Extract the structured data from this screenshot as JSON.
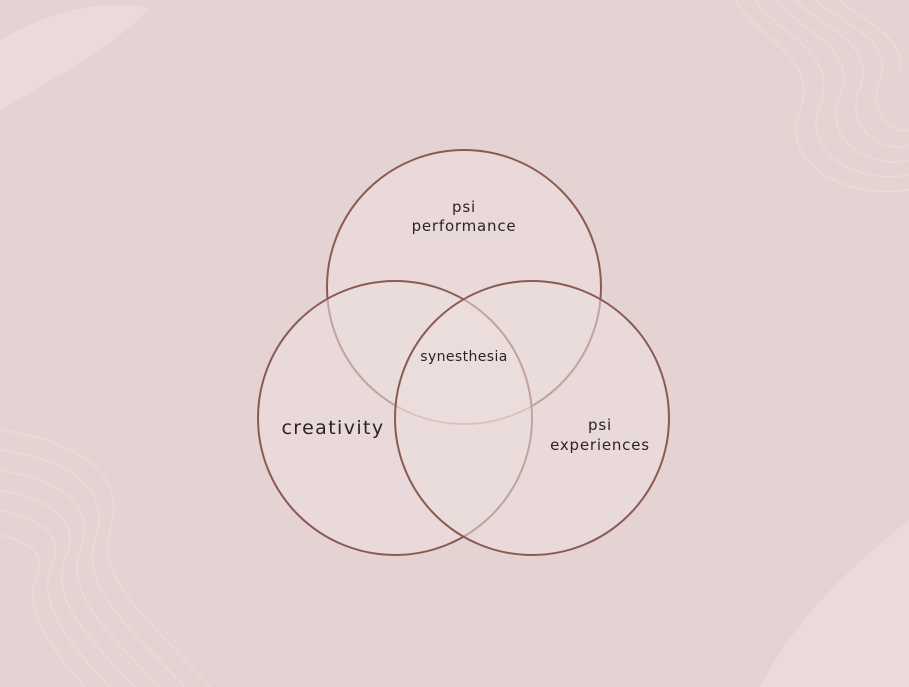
{
  "diagram": {
    "type": "venn",
    "sets": [
      {
        "id": "top",
        "label_lines": [
          "psi",
          "performance"
        ]
      },
      {
        "id": "left",
        "label_lines": [
          "creativity"
        ]
      },
      {
        "id": "right",
        "label_lines": [
          "psi",
          "experiences"
        ]
      }
    ],
    "intersection": {
      "label": "synesthesia"
    },
    "colors": {
      "background": "#e5d3d4",
      "circle_fill": "#ecdedf",
      "circle_stroke": "#8a5b51",
      "text": "#2b2424",
      "decor_lines": "#edd7d4"
    }
  }
}
